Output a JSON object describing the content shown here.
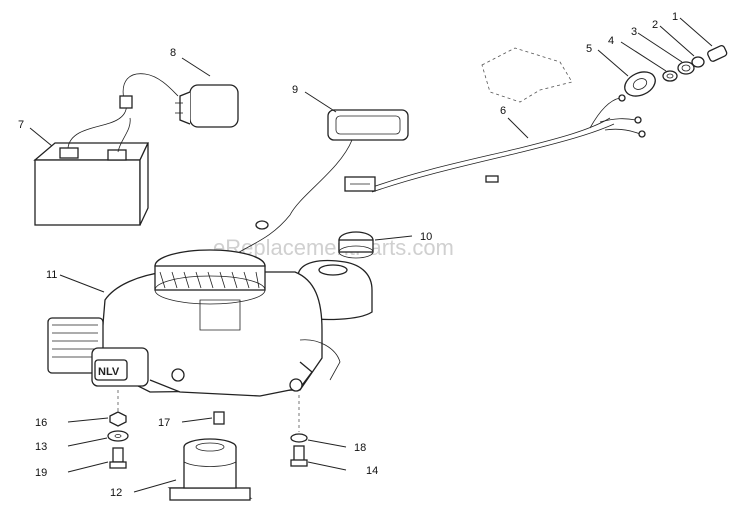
{
  "watermark": "eReplacementParts.com",
  "callouts": [
    "1",
    "2",
    "3",
    "4",
    "5",
    "6",
    "7",
    "8",
    "9",
    "10",
    "11",
    "12",
    "13",
    "14",
    "16",
    "17",
    "18",
    "19"
  ],
  "engine_badge": "NLV"
}
